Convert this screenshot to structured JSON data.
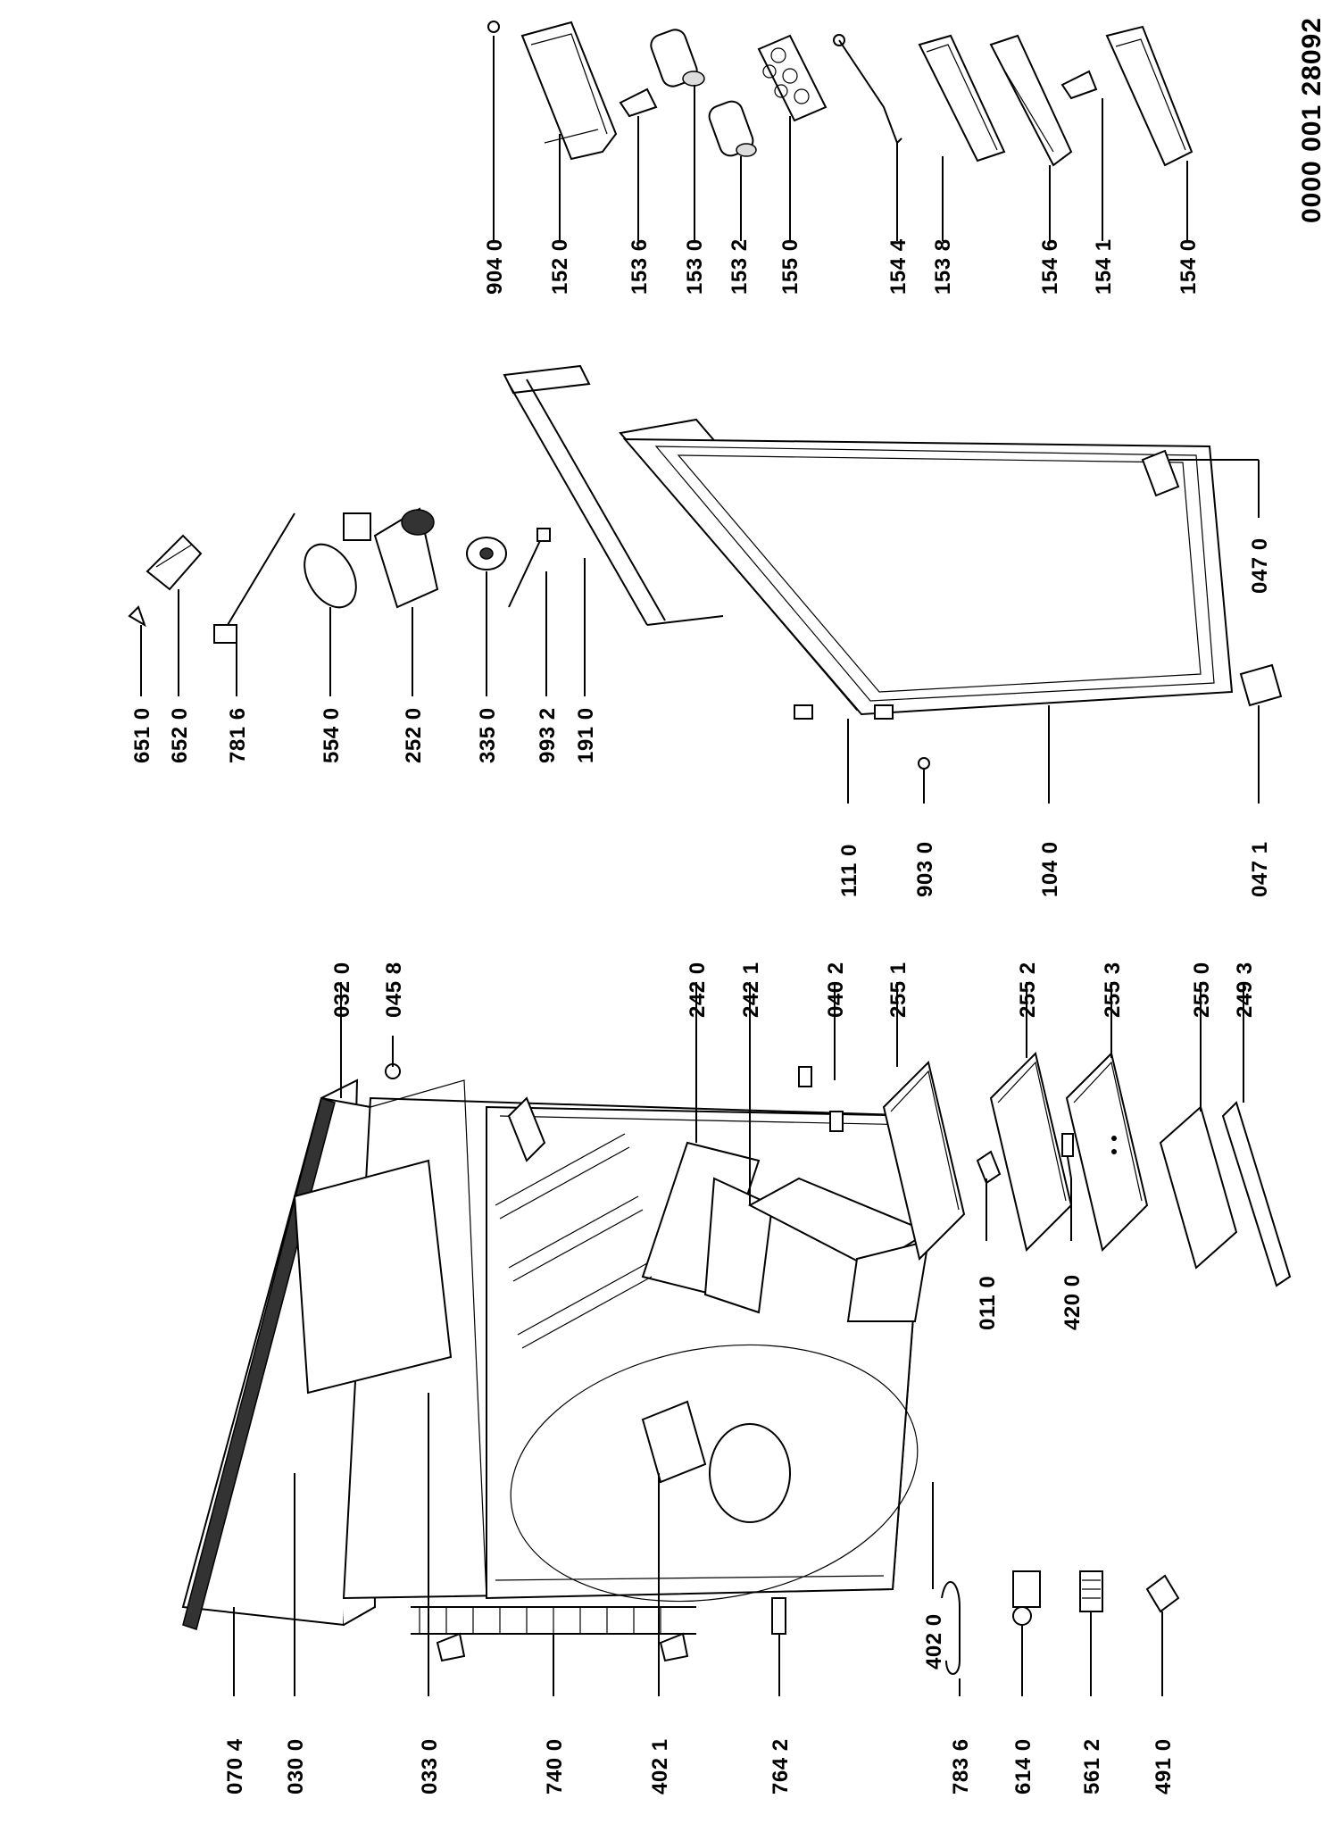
{
  "document_number": "0000 001 28092",
  "parts_top": [
    "904 0",
    "152 0",
    "153 6",
    "153 0",
    "153 2",
    "155 0",
    "154 4",
    "153 8",
    "154 6",
    "154 1",
    "154 0"
  ],
  "parts_door": [
    "651 0",
    "652 0",
    "781 6",
    "554 0",
    "252 0",
    "335 0",
    "993 2",
    "191 0",
    "111 0",
    "903 0",
    "104 0",
    "047 1",
    "047 0"
  ],
  "parts_cabinet": [
    "032 0",
    "045 8",
    "242 0",
    "242 1",
    "040 2",
    "255 1",
    "255 2",
    "255 3",
    "255 0",
    "249 3",
    "011 0",
    "420 0",
    "402 0"
  ],
  "parts_left": [
    "070 4",
    "030 0",
    "033 0",
    "740 0",
    "402 1",
    "764 2",
    "783 6",
    "614 0",
    "561 2",
    "491 0"
  ]
}
